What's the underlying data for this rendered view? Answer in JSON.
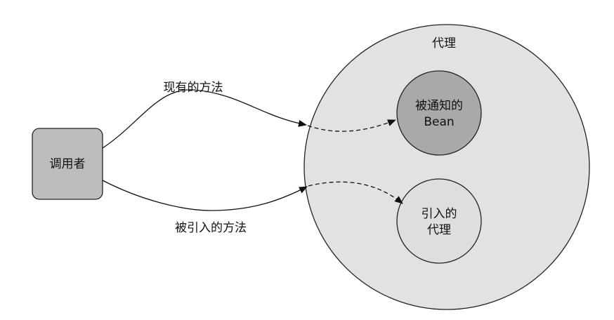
{
  "caller": {
    "label": "调用者"
  },
  "proxy": {
    "title": "代理"
  },
  "advised_bean": {
    "line1": "被通知的",
    "line2": "Bean"
  },
  "introduction_proxy": {
    "line1": "引入的",
    "line2": "代理"
  },
  "arrows": {
    "existing_methods": "现有的方法",
    "introduced_methods": "被引入的方法"
  },
  "colors": {
    "caller_fill": "#bdbdbd",
    "proxy_fill": "#e2e2e2",
    "advised_bean_fill": "#a9a9a9",
    "introduction_proxy_fill": "#dedede",
    "stroke": "#222222"
  }
}
